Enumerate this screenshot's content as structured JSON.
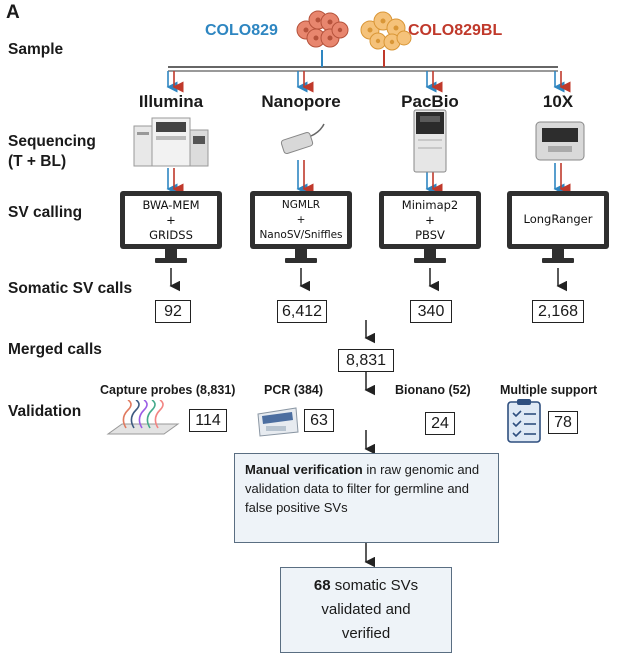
{
  "panel_letter": "A",
  "rows": {
    "sample": "Sample",
    "sequencing_line1": "Sequencing",
    "sequencing_line2": "(T + BL)",
    "sv_calling": "SV calling",
    "somatic_sv_calls": "Somatic SV calls",
    "merged_calls": "Merged calls",
    "validation": "Validation"
  },
  "samples": {
    "tumor": "COLO829",
    "tumor_color": "#2e86c1",
    "blood": "COLO829BL",
    "blood_color": "#c0392b"
  },
  "platforms": [
    {
      "name": "Illumina",
      "tool_line1": "BWA-MEM",
      "tool_plus": "+",
      "tool_line2": "GRIDSS",
      "calls": "92"
    },
    {
      "name": "Nanopore",
      "tool_line1": "NGMLR",
      "tool_plus": "+",
      "tool_line2": "NanoSV/Sniffles",
      "calls": "6,412"
    },
    {
      "name": "PacBio",
      "tool_line1": "Minimap2",
      "tool_plus": "+",
      "tool_line2": "PBSV",
      "calls": "340"
    },
    {
      "name": "10X",
      "tool_line1": "LongRanger",
      "tool_plus": "",
      "tool_line2": "",
      "calls": "2,168"
    }
  ],
  "merged": "8,831",
  "validation": [
    {
      "label": "Capture probes (8,831)",
      "count": "114",
      "icon": "capture-probes-icon"
    },
    {
      "label": "PCR (384)",
      "count": "63",
      "icon": "pcr-machine-icon"
    },
    {
      "label": "Bionano (52)",
      "count": "24",
      "icon": "none"
    },
    {
      "label": "Multiple support",
      "count": "78",
      "icon": "clipboard-checklist-icon"
    }
  ],
  "manual": {
    "bold": "Manual verification",
    "rest": " in raw genomic and validation data to filter for germline and false positive SVs"
  },
  "final": {
    "number": "68",
    "rest_line1": " somatic SVs",
    "line2": "validated and",
    "line3": "verified"
  }
}
